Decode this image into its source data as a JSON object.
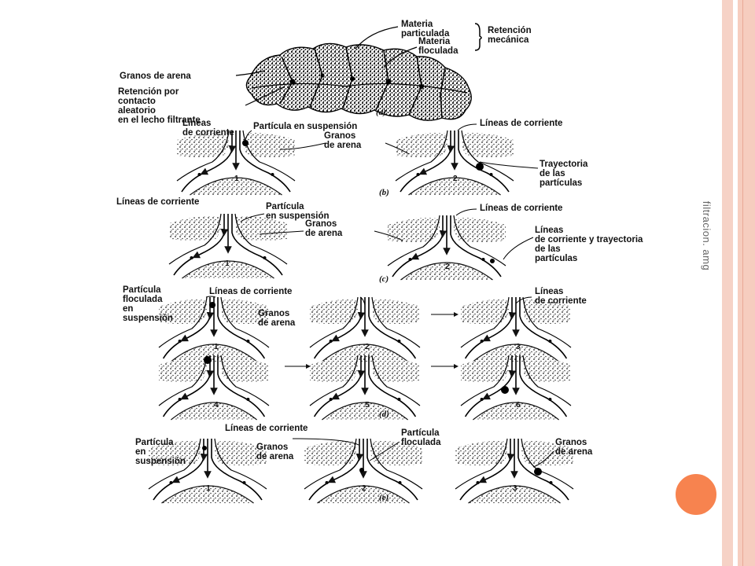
{
  "side_caption": "filtracion. amg",
  "figure": {
    "panel_a": {
      "materia_particulada": "Materia\nparticulada",
      "materia_floculada": "Materia\nfloculada",
      "retencion_mecanica": "Retención\nmecánica",
      "granos_de_arena": "Granos de arena",
      "retencion_contacto": "Retención por\ncontacto\naleatorio\nen el lecho filtrante",
      "caption": "(a)"
    },
    "panel_b": {
      "lineas_corriente_left": "Líneas\nde corriente",
      "particula_suspension": "Partícula en suspensión",
      "granos_de_arena": "Granos\nde arena",
      "lineas_corriente_right": "Líneas de corriente",
      "trayectoria": "Trayectoria\nde las\npartículas",
      "num_1": "1",
      "num_2": "2",
      "caption": "(b)"
    },
    "panel_c": {
      "lineas_corriente_left": "Líneas de corriente",
      "particula_suspension": "Partícula\nen suspensión",
      "granos_de_arena": "Granos\nde arena",
      "lineas_corriente_right": "Líneas de corriente",
      "lineas_trayectoria": "Líneas\nde corriente y trayectoria\nde las\npartículas",
      "num_1": "1",
      "num_2": "2",
      "caption": "(c)"
    },
    "panel_d": {
      "particula_floculada": "Partícula\nfloculada\nen\nsuspensión",
      "lineas_corriente_left": "Líneas de corriente",
      "granos_de_arena": "Granos\nde arena",
      "lineas_corriente_right": "Líneas\nde corriente",
      "num_1": "1",
      "num_2": "2",
      "num_3": "3",
      "num_4": "4",
      "num_5": "5",
      "num_6": "6",
      "caption": "(d)"
    },
    "panel_e": {
      "lineas_corriente": "Líneas de corriente",
      "particula_suspension": "Partícula\nen\nsuspensión",
      "granos_de_arena_left": "Granos\nde arena",
      "particula_floculada": "Partícula\nfloculada",
      "granos_de_arena_right": "Granos\nde arena",
      "num_1": "1",
      "num_2": "2",
      "num_3": "3",
      "caption": "(e)"
    }
  }
}
